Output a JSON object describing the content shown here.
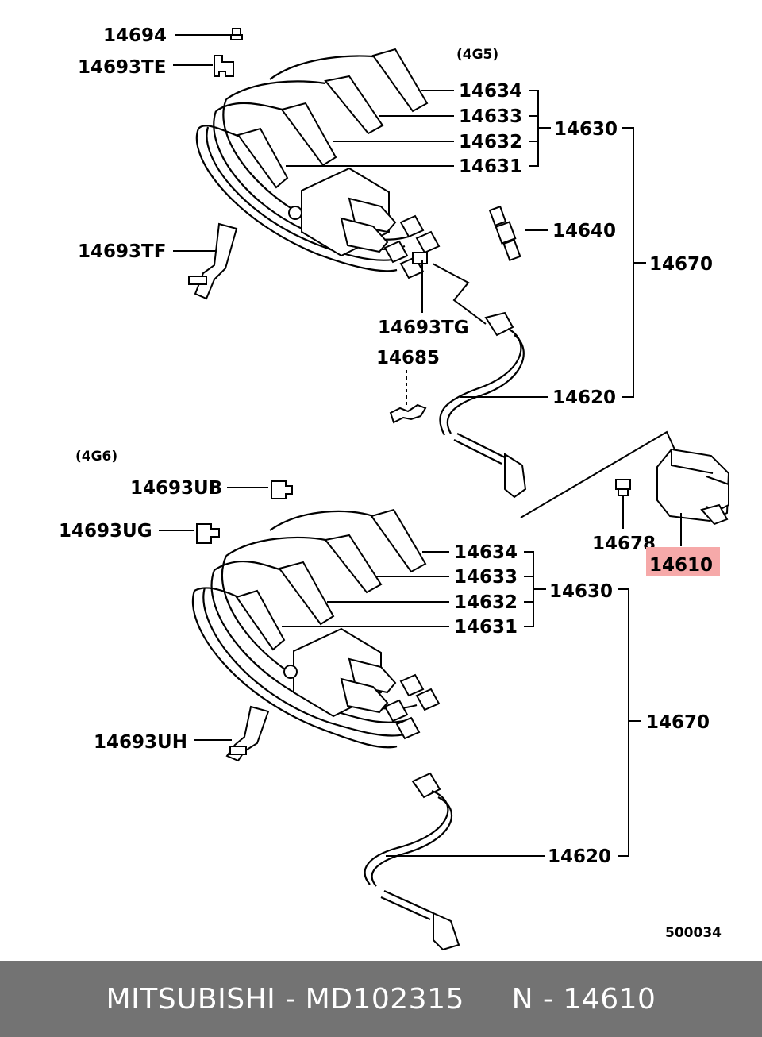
{
  "variants": {
    "top": "(4G5)",
    "bottom": "(4G6)"
  },
  "labels_top": {
    "p14694": "14694",
    "p14693TE": "14693TE",
    "p14634": "14634",
    "p14633": "14633",
    "p14632": "14632",
    "p14631": "14631",
    "p14630": "14630",
    "p14640": "14640",
    "p14670": "14670",
    "p14693TF": "14693TF",
    "p14693TG": "14693TG",
    "p14685": "14685",
    "p14620": "14620"
  },
  "labels_bottom": {
    "p14693UB": "14693UB",
    "p14693UG": "14693UG",
    "p14634": "14634",
    "p14633": "14633",
    "p14632": "14632",
    "p14631": "14631",
    "p14630": "14630",
    "p14670": "14670",
    "p14693UH": "14693UH",
    "p14620": "14620"
  },
  "labels_coil": {
    "p14678": "14678",
    "p14610": "14610"
  },
  "highlight": {
    "part": "14610",
    "color": "#f6a9a9"
  },
  "diagram_code": "500034",
  "footer": {
    "brand": "MITSUBISHI",
    "separator": " - ",
    "part_number": "MD102315",
    "position": "N - 14610",
    "background": "#737373"
  }
}
